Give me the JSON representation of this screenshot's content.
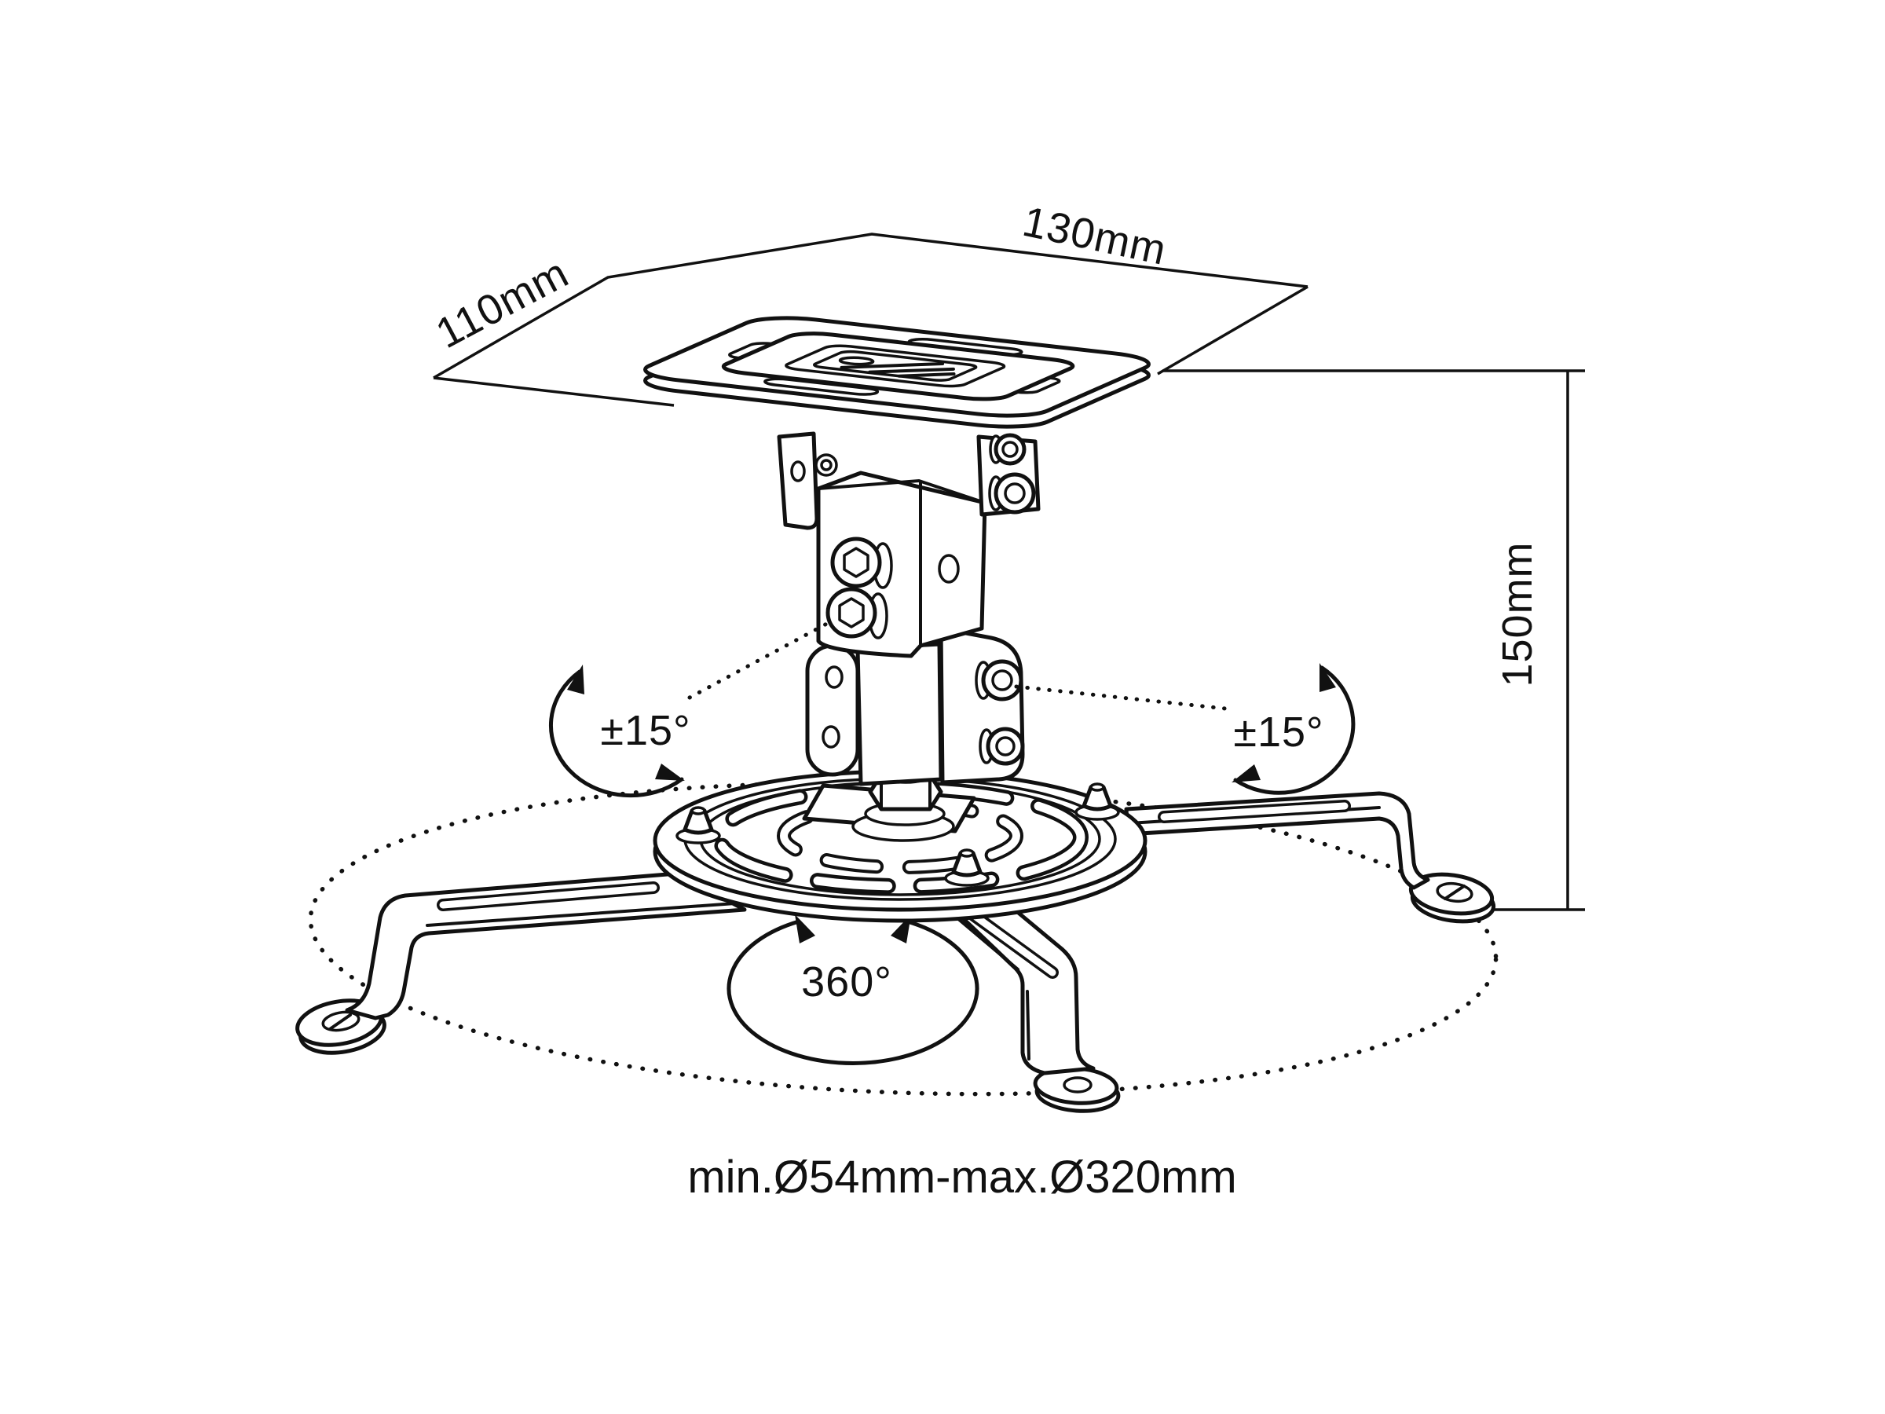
{
  "diagram": {
    "type": "projector-ceiling-mount-technical-drawing",
    "background_color": "#ffffff",
    "line_color": "#111111",
    "labels": {
      "plate_width": "130mm",
      "plate_depth": "110mm",
      "mount_height": "150mm",
      "tilt_left": "±15°",
      "tilt_right": "±15°",
      "rotation": "360°",
      "arm_diameter_range": "min.Ø54mm-max.Ø320mm"
    }
  }
}
